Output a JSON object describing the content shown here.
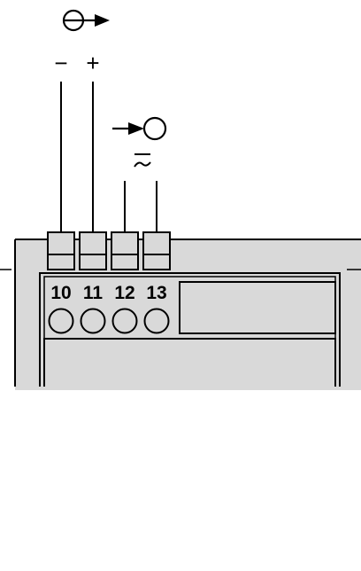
{
  "diagram": {
    "output_signal": {
      "icon": "output-signal-icon",
      "minus_label": "−",
      "plus_label": "+"
    },
    "input_signal": {
      "icon": "input-signal-icon",
      "ac_dc_symbol": "≂"
    },
    "terminals": [
      {
        "label": "10"
      },
      {
        "label": "11"
      },
      {
        "label": "12"
      },
      {
        "label": "13"
      }
    ],
    "colors": {
      "housing_fill": "#d9d9d9",
      "stroke": "#000000",
      "background": "#ffffff"
    }
  }
}
